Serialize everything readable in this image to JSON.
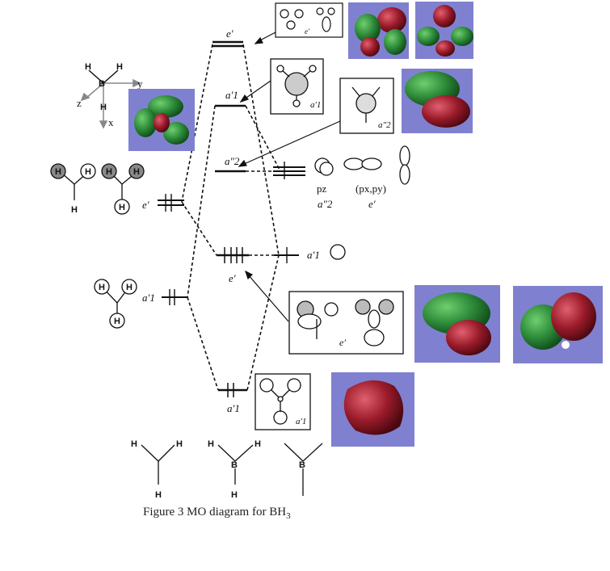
{
  "caption": {
    "prefix": "Figure 3 MO diagram for BH",
    "sub": "3"
  },
  "levels": {
    "e_prime_star": "e′",
    "a1_prime_star": "a′1",
    "a2_double": "a″2",
    "e_prime_bond": "e′",
    "a1_prime_bond": "a′1"
  },
  "left_fragments": {
    "e_label": "e′",
    "a1_label": "a′1"
  },
  "right_aos": {
    "pz": "pz",
    "pz_sym": "a″2",
    "pxpy": "(px,py)",
    "pxpy_sym": "e′",
    "s_sym": "a′1"
  },
  "inset_labels": {
    "top": "e′",
    "a1_upper": "a′1",
    "a2": "a″2",
    "e_lower": "e′",
    "a1_lower": "a′1"
  },
  "axis_labels": {
    "y": "y",
    "z": "z",
    "x": "x",
    "B": "B",
    "H": "H"
  },
  "colors": {
    "mo_bg": "#8080d0",
    "lobe_green": "#2e8b3a",
    "lobe_red": "#9b1b2a"
  }
}
